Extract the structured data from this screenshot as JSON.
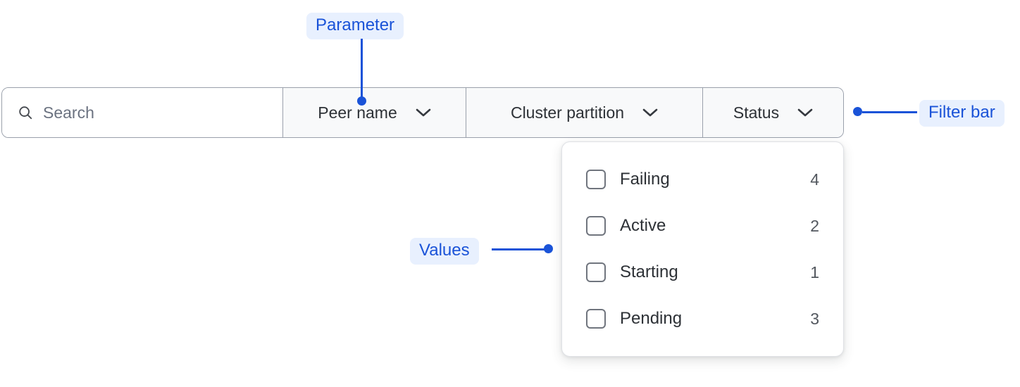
{
  "search": {
    "icon": "search-icon",
    "value": "",
    "placeholder": "Search"
  },
  "filters": [
    {
      "label": "Peer name",
      "icon": "chevron-down-icon"
    },
    {
      "label": "Cluster partition",
      "icon": "chevron-down-icon"
    },
    {
      "label": "Status",
      "icon": "chevron-down-icon"
    }
  ],
  "dropdown": {
    "open_for": "Status",
    "options": [
      {
        "label": "Failing",
        "count": "4",
        "checked": false
      },
      {
        "label": "Active",
        "count": "2",
        "checked": false
      },
      {
        "label": "Starting",
        "count": "1",
        "checked": false
      },
      {
        "label": "Pending",
        "count": "3",
        "checked": false
      }
    ]
  },
  "annotations": [
    {
      "label": "Parameter"
    },
    {
      "label": "Values"
    },
    {
      "label": "Filter bar"
    }
  ],
  "colors": {
    "annotation_text": "#1a53d8",
    "annotation_bg": "#e8f0fe",
    "bar_border": "#9aa0ab",
    "segment_bg": "#f8f9fa",
    "text": "#2d3136"
  }
}
